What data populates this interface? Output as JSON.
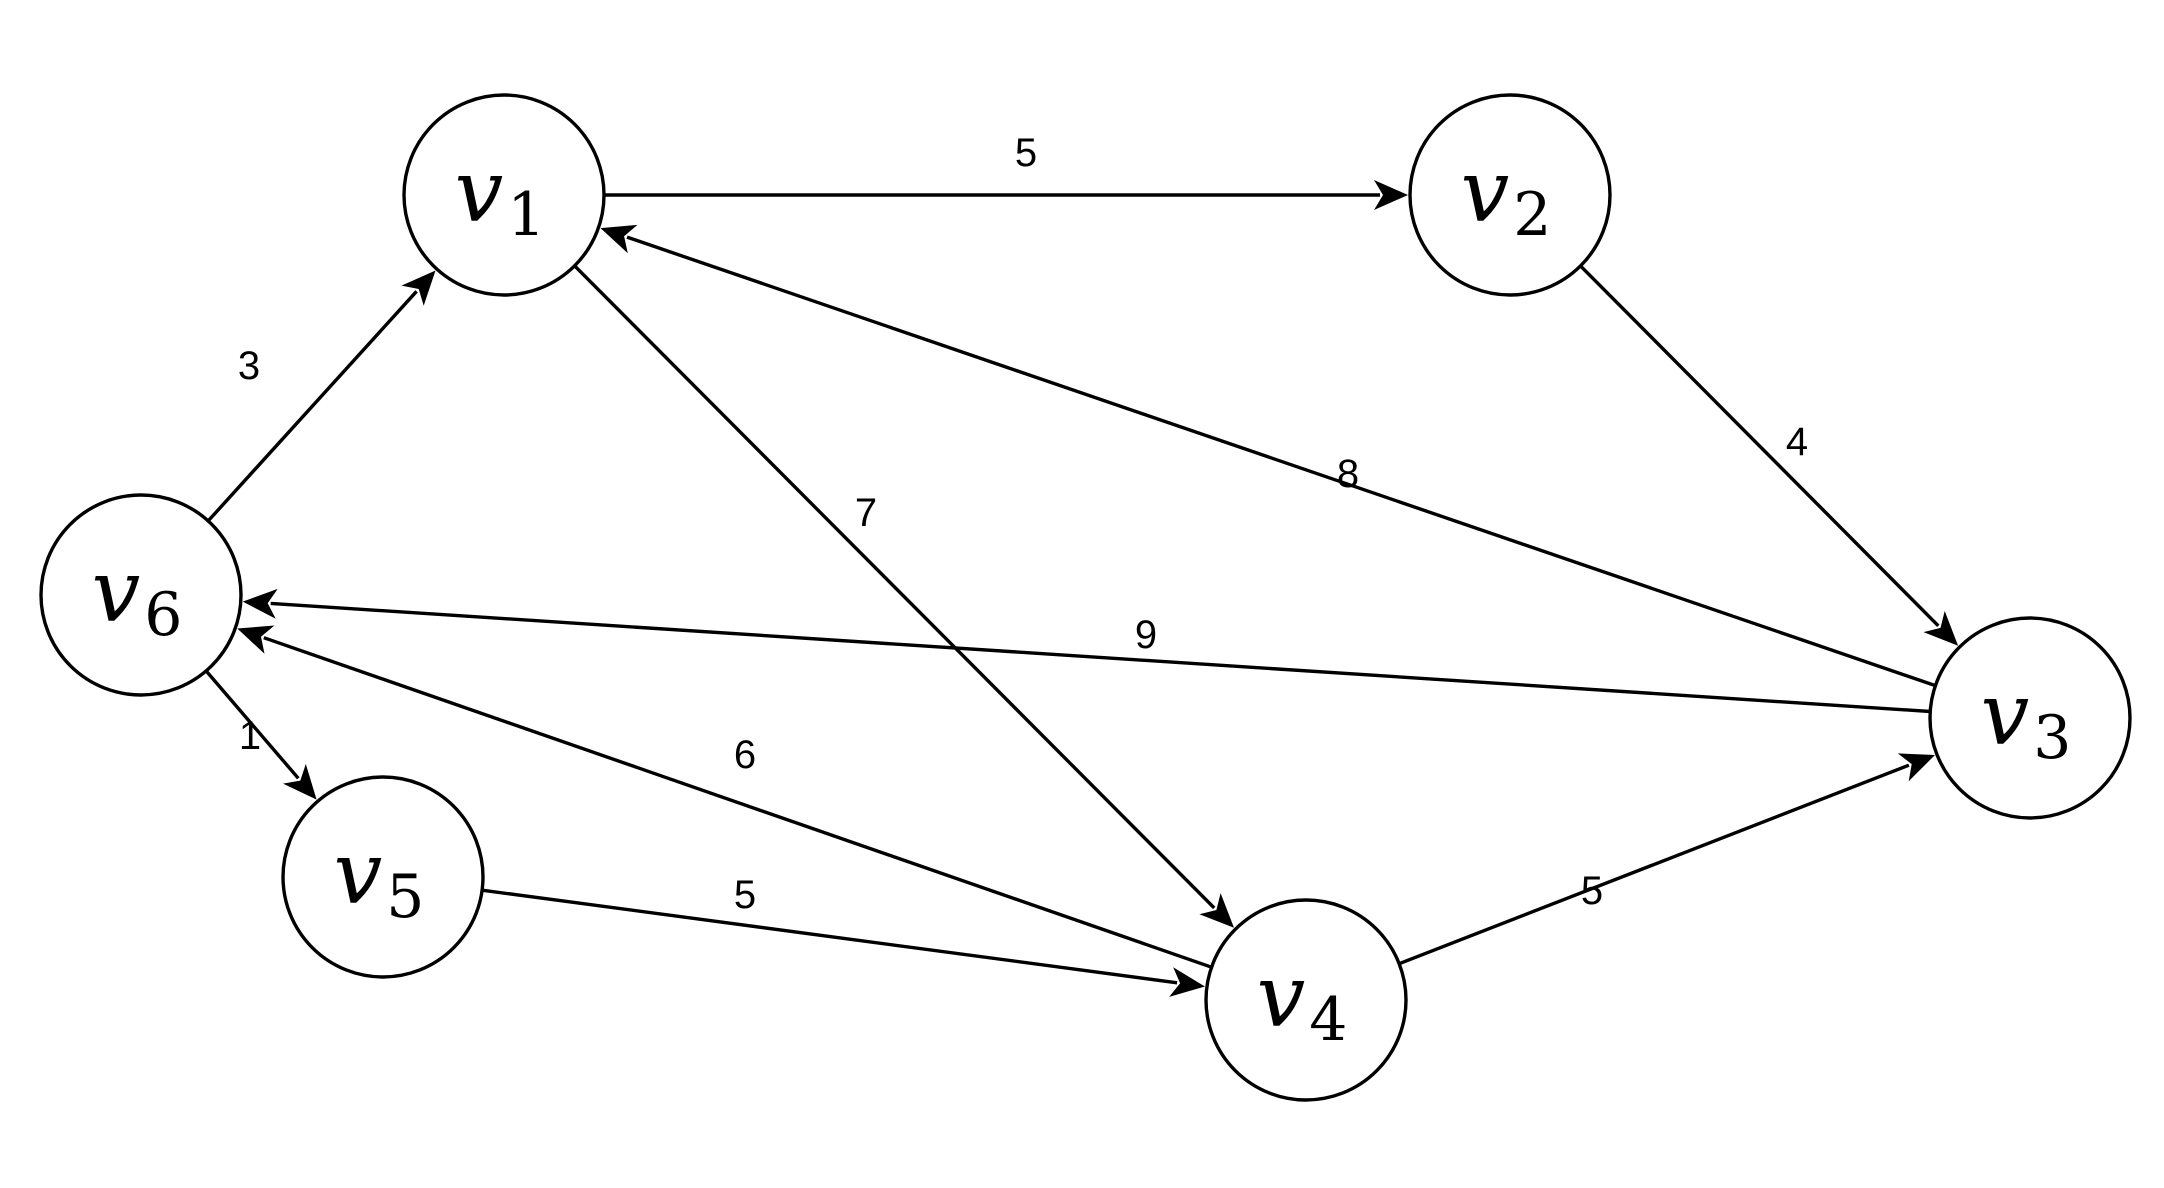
{
  "graph": {
    "nodes": [
      {
        "id": "v1",
        "letter": "v",
        "sub": "1"
      },
      {
        "id": "v2",
        "letter": "v",
        "sub": "2"
      },
      {
        "id": "v3",
        "letter": "v",
        "sub": "3"
      },
      {
        "id": "v4",
        "letter": "v",
        "sub": "4"
      },
      {
        "id": "v5",
        "letter": "v",
        "sub": "5"
      },
      {
        "id": "v6",
        "letter": "v",
        "sub": "6"
      }
    ],
    "edges": [
      {
        "from": "v1",
        "to": "v2",
        "weight": "5"
      },
      {
        "from": "v2",
        "to": "v3",
        "weight": "4"
      },
      {
        "from": "v3",
        "to": "v1",
        "weight": "8"
      },
      {
        "from": "v3",
        "to": "v6",
        "weight": "9"
      },
      {
        "from": "v1",
        "to": "v4",
        "weight": "7"
      },
      {
        "from": "v4",
        "to": "v6",
        "weight": "6"
      },
      {
        "from": "v4",
        "to": "v3",
        "weight": "5"
      },
      {
        "from": "v5",
        "to": "v4",
        "weight": "5"
      },
      {
        "from": "v6",
        "to": "v1",
        "weight": "3"
      },
      {
        "from": "v6",
        "to": "v5",
        "weight": "1"
      }
    ]
  }
}
